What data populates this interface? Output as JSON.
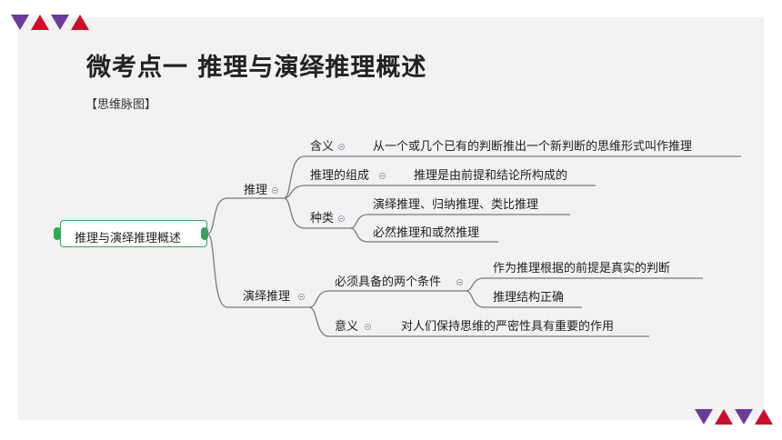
{
  "header": {
    "title": "微考点一  推理与演绎推理概述",
    "subtitle": "【思维脉图】"
  },
  "colors": {
    "accent_purple": "#6a3d9a",
    "accent_red": "#c8102e",
    "slide_bg": "#f2f2f2",
    "root_border": "#3aa35a",
    "branch_line": "#7a7a7a"
  },
  "mindmap": {
    "root": "推理与演绎推理概述",
    "branches": [
      {
        "label": "推理",
        "children": [
          {
            "label": "含义",
            "detail": "从一个或几个已有的判断推出一个新判断的思维形式叫作推理"
          },
          {
            "label": "推理的组成",
            "detail": "推理是由前提和结论所构成的"
          },
          {
            "label": "种类",
            "details": [
              "演绎推理、归纳推理、类比推理",
              "必然推理和或然推理"
            ]
          }
        ]
      },
      {
        "label": "演绎推理",
        "children": [
          {
            "label": "必须具备的两个条件",
            "details": [
              "作为推理根据的前提是真实的判断",
              "推理结构正确"
            ]
          },
          {
            "label": "意义",
            "detail": "对人们保持思维的严密性具有重要的作用"
          }
        ]
      }
    ]
  }
}
